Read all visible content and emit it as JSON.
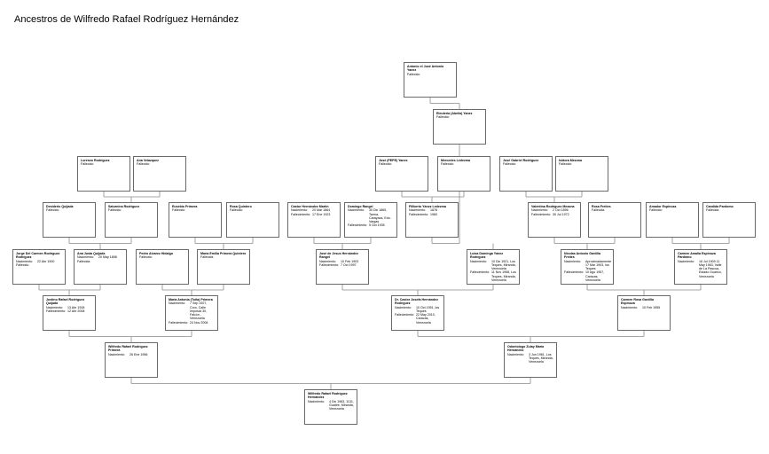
{
  "page": {
    "title": "Ancestros de Wilfredo Rafael Rodríguez Hernández"
  },
  "labels": {
    "birth": "Nacimiento:",
    "death": "Fallecimiento:"
  },
  "persons": [
    {
      "id": "antonio",
      "name": "Antonio el José Antonio Yanez",
      "status": "Fallecido"
    },
    {
      "id": "eleuteria",
      "name": "Eleuteria (Abelia) Yanez",
      "status": "Fallecido"
    },
    {
      "id": "lorenzo",
      "name": "Lorenzo Rodríguez",
      "status": "Fallecido"
    },
    {
      "id": "ana-v",
      "name": "Ana Velazquez",
      "status": "Fallecido"
    },
    {
      "id": "jose-pepe",
      "name": "José (PEPE) Yanes",
      "status": "Fallecido"
    },
    {
      "id": "mercedes",
      "name": "Mercedes Ledezma",
      "status": "Fallecido"
    },
    {
      "id": "jose-gabriel",
      "name": "José Gabriel Rodríguez",
      "status": "Fallecido"
    },
    {
      "id": "isidora",
      "name": "Isidora Mezona",
      "status": "Fallecido"
    },
    {
      "id": "desiderio",
      "name": "Desiderio Quijada",
      "status": "Fallecido"
    },
    {
      "id": "saturnina",
      "name": "Saturnina Rodríguez",
      "status": "Fallecido"
    },
    {
      "id": "eusebio",
      "name": "Eusebio Primera",
      "status": "Fallecido"
    },
    {
      "id": "rosa-q",
      "name": "Rosa Quintero",
      "status": "Fallecido"
    },
    {
      "id": "castor-m",
      "name": "Castor Hernández Martín",
      "birth": "20 Mar 1864",
      "death": "17 Ene 1923"
    },
    {
      "id": "domingo",
      "name": "Domingo Rangel",
      "birth": "30 Dic 1865, Tarma, Carayaca, Edo. Vargas",
      "death": "5 Oct 1935"
    },
    {
      "id": "filiberto",
      "name": "Filiberto Yánez Ledezma",
      "birth": "1878",
      "death": "1960"
    },
    {
      "id": "valentina",
      "name": "Valentina Rodríguez Mezona",
      "birth": "2 Oct 1896",
      "death": "30 Jul 1972"
    },
    {
      "id": "rosa-p",
      "name": "Rosa Freites",
      "status": "Fallecida"
    },
    {
      "id": "amador",
      "name": "Amador Espinoza",
      "status": "Fallecido"
    },
    {
      "id": "candida",
      "name": "Candida Pardomo",
      "status": "Fallecida"
    },
    {
      "id": "jorge",
      "name": "Jorge Del Carmen Rodríguez Rodríguez",
      "birth": "22 Abr 1900",
      "status": "Fallecido"
    },
    {
      "id": "ana-j",
      "name": "Ana Justa Quijada",
      "birth": "20 May 1898",
      "status": "Fallecida"
    },
    {
      "id": "pedro",
      "name": "Pedro Alvarez Hidalgo",
      "status": "Fallecido"
    },
    {
      "id": "maria-e",
      "name": "María Emilia Primera Quintero",
      "status": "Fallecida"
    },
    {
      "id": "jose-j",
      "name": "José de Jesus Hernández Rangel",
      "birth": "10 Feb 1903",
      "death": "7 Oct 1997"
    },
    {
      "id": "luisa",
      "name": "Luisa Dominga Yánez Rodríguez",
      "birth": "10 Dic 1921, Los Teques, Miranda, Venezuela",
      "death": "11 Nov 1958, Los Teques, Miranda, Venezuela"
    },
    {
      "id": "nicolas",
      "name": "Nicolas Antonio Gaviilla Freites",
      "birth": "Aproximadamente 17 Mar 1903, los Teques",
      "death": "10 Ago 1957, Caracas, Venezuela"
    },
    {
      "id": "carmen-a",
      "name": "Carmen Amalia Espinoza Pardomo",
      "birth": "16 Jul 1909 11 May 1963, Valle de La Pascua, Estado Guarico, Venezuela"
    },
    {
      "id": "justino",
      "name": "Justino Rafael Rodríguez Quijada",
      "birth": "13 Abr 1928",
      "death": "12 Abr 2008"
    },
    {
      "id": "maria-a",
      "name": "María Antonia (Toña) Primera",
      "birth": "7 Sep 1927, Coro, Calle Imposici 30, Falcón - Venezuela",
      "death": "24 Nov 2008"
    },
    {
      "id": "dr-castor",
      "name": "Dr. Castor Josefa Hernández Rodríguez",
      "birth": "10 Oct 1951, los Teques",
      "death": "22 May 2010, Caracas, Venezuela"
    },
    {
      "id": "carmen-r",
      "name": "Carmen Rosa Gaviilla Espinoza",
      "birth": "10 Feb 1955"
    },
    {
      "id": "wilfredo-sr",
      "name": "Wilfredo Rafael Rodríguez Primera",
      "birth": "26 Ene 1956"
    },
    {
      "id": "odontologo",
      "name": "Odontologo Zulay María Hernández",
      "birth": "3 Jun 1961, Los Teques, Miranda, Venezuela"
    },
    {
      "id": "wilfredo",
      "name": "Wilfredo Rafael Rodríguez Hernández",
      "birth": "4 Dic 1983, 1131, Guatire, Miranda, Venezuela"
    }
  ]
}
